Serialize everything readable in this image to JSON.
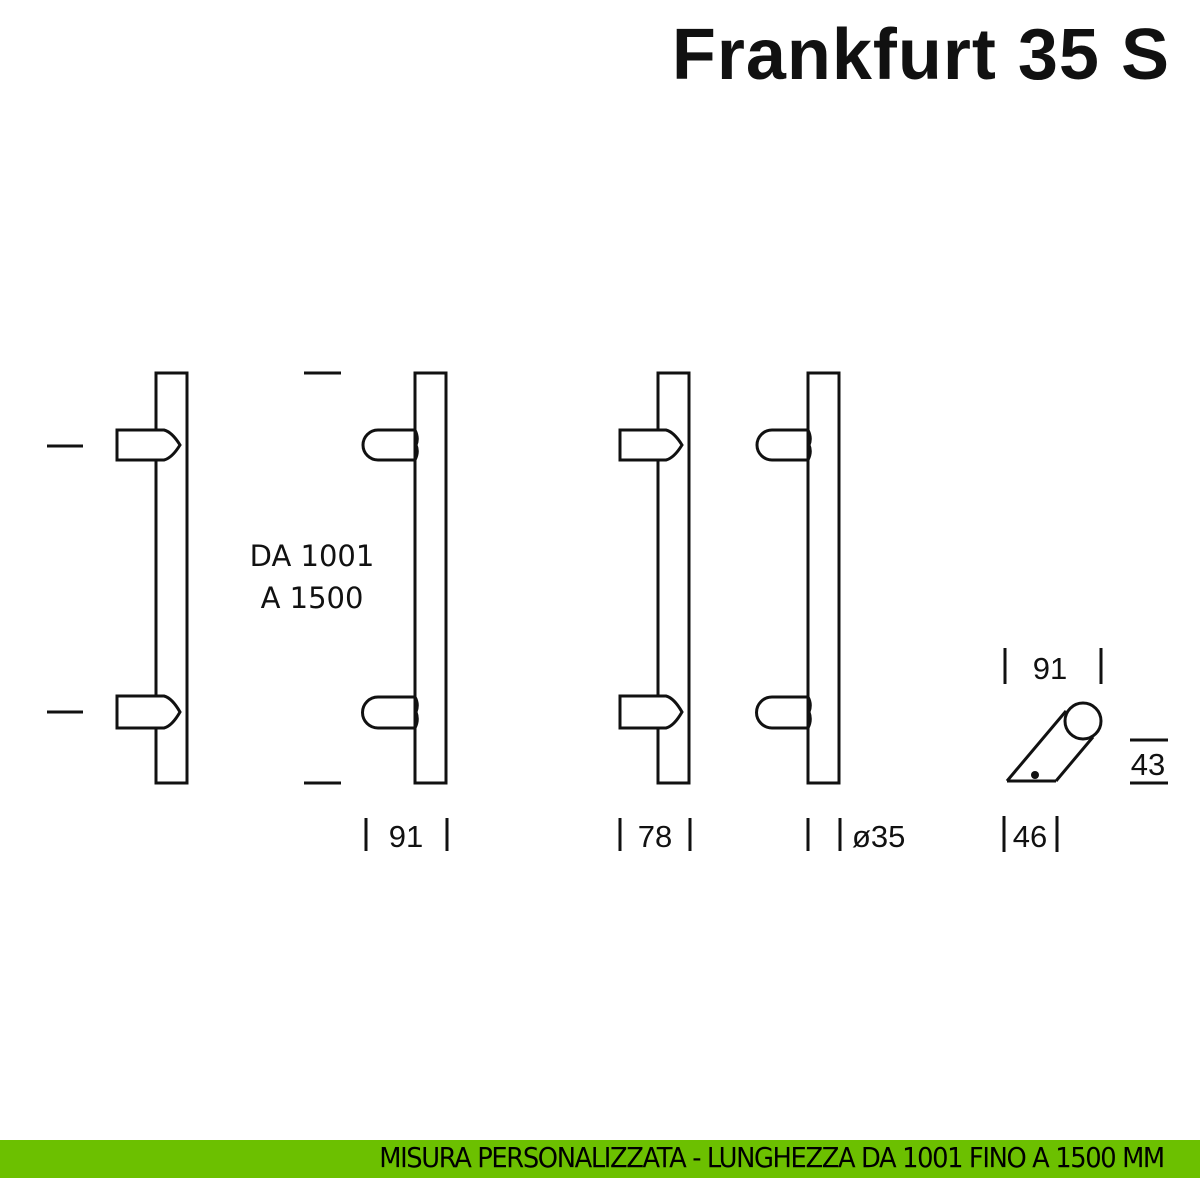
{
  "title": "Frankfurt 35 S",
  "length_label": {
    "line1": "DA 1001",
    "line2": "A 1500"
  },
  "dimensions": {
    "handle_depth": "91",
    "handle_depth_alt": "78",
    "diameter": "ø35",
    "side_depth": "91",
    "side_height": "43",
    "side_width": "46"
  },
  "banner": {
    "text": "MISURA PERSONALIZZATA - LUNGHEZZA DA 1001 FINO A 1500 MM",
    "color": "#6cc000"
  }
}
